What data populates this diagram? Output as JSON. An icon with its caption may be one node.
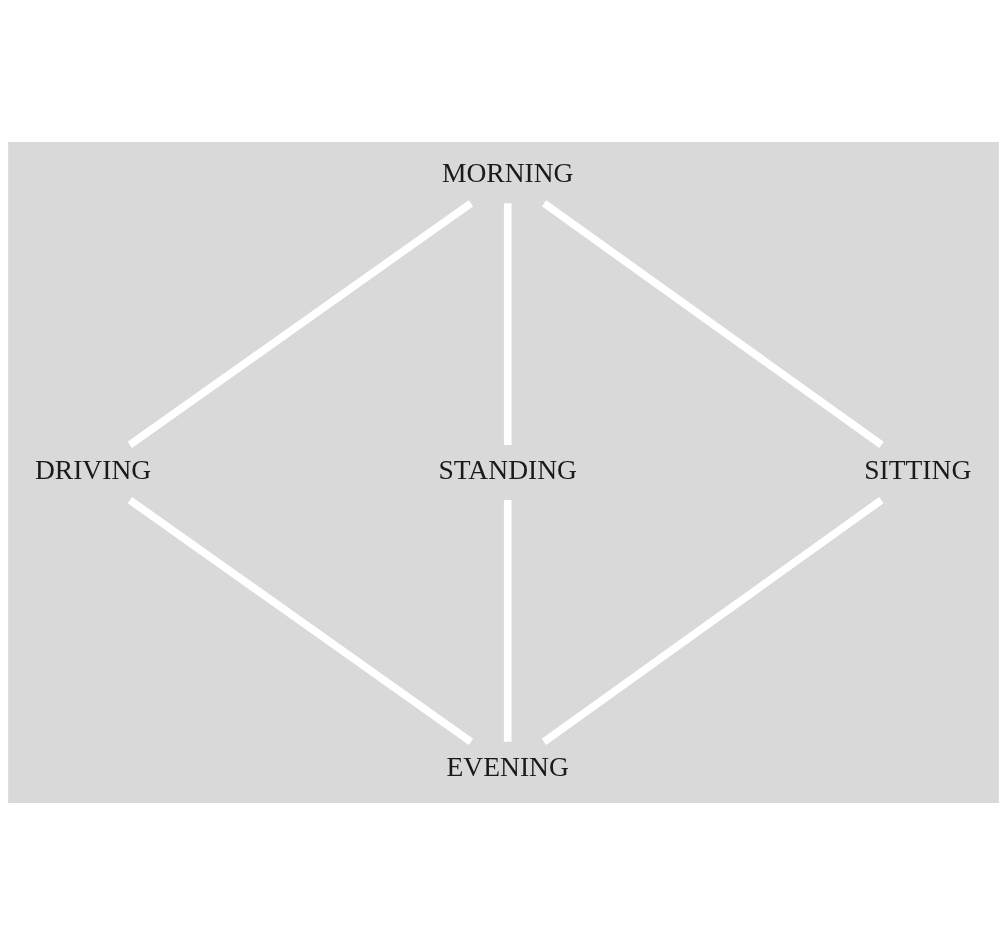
{
  "diagram": {
    "nodes": [
      {
        "text": [
          "MORNING"
        ]
      },
      {
        "text": [
          "SITTING"
        ]
      },
      {
        "text": [
          "DRIVING"
        ]
      },
      {
        "text": [
          "STANDING"
        ]
      },
      {
        "text": [
          "EVENING"
        ]
      }
    ],
    "edges": [
      {
        "from": 0,
        "to": 3,
        "arrow": "none"
      },
      {
        "from": 3,
        "to": 4,
        "arrow": "none"
      },
      {
        "from": 4,
        "to": 1,
        "arrow": "none"
      },
      {
        "from": 1,
        "to": 0,
        "arrow": "none"
      },
      {
        "from": 0,
        "to": 2,
        "arrow": "none"
      },
      {
        "from": 2,
        "to": 4,
        "arrow": "none"
      }
    ]
  }
}
